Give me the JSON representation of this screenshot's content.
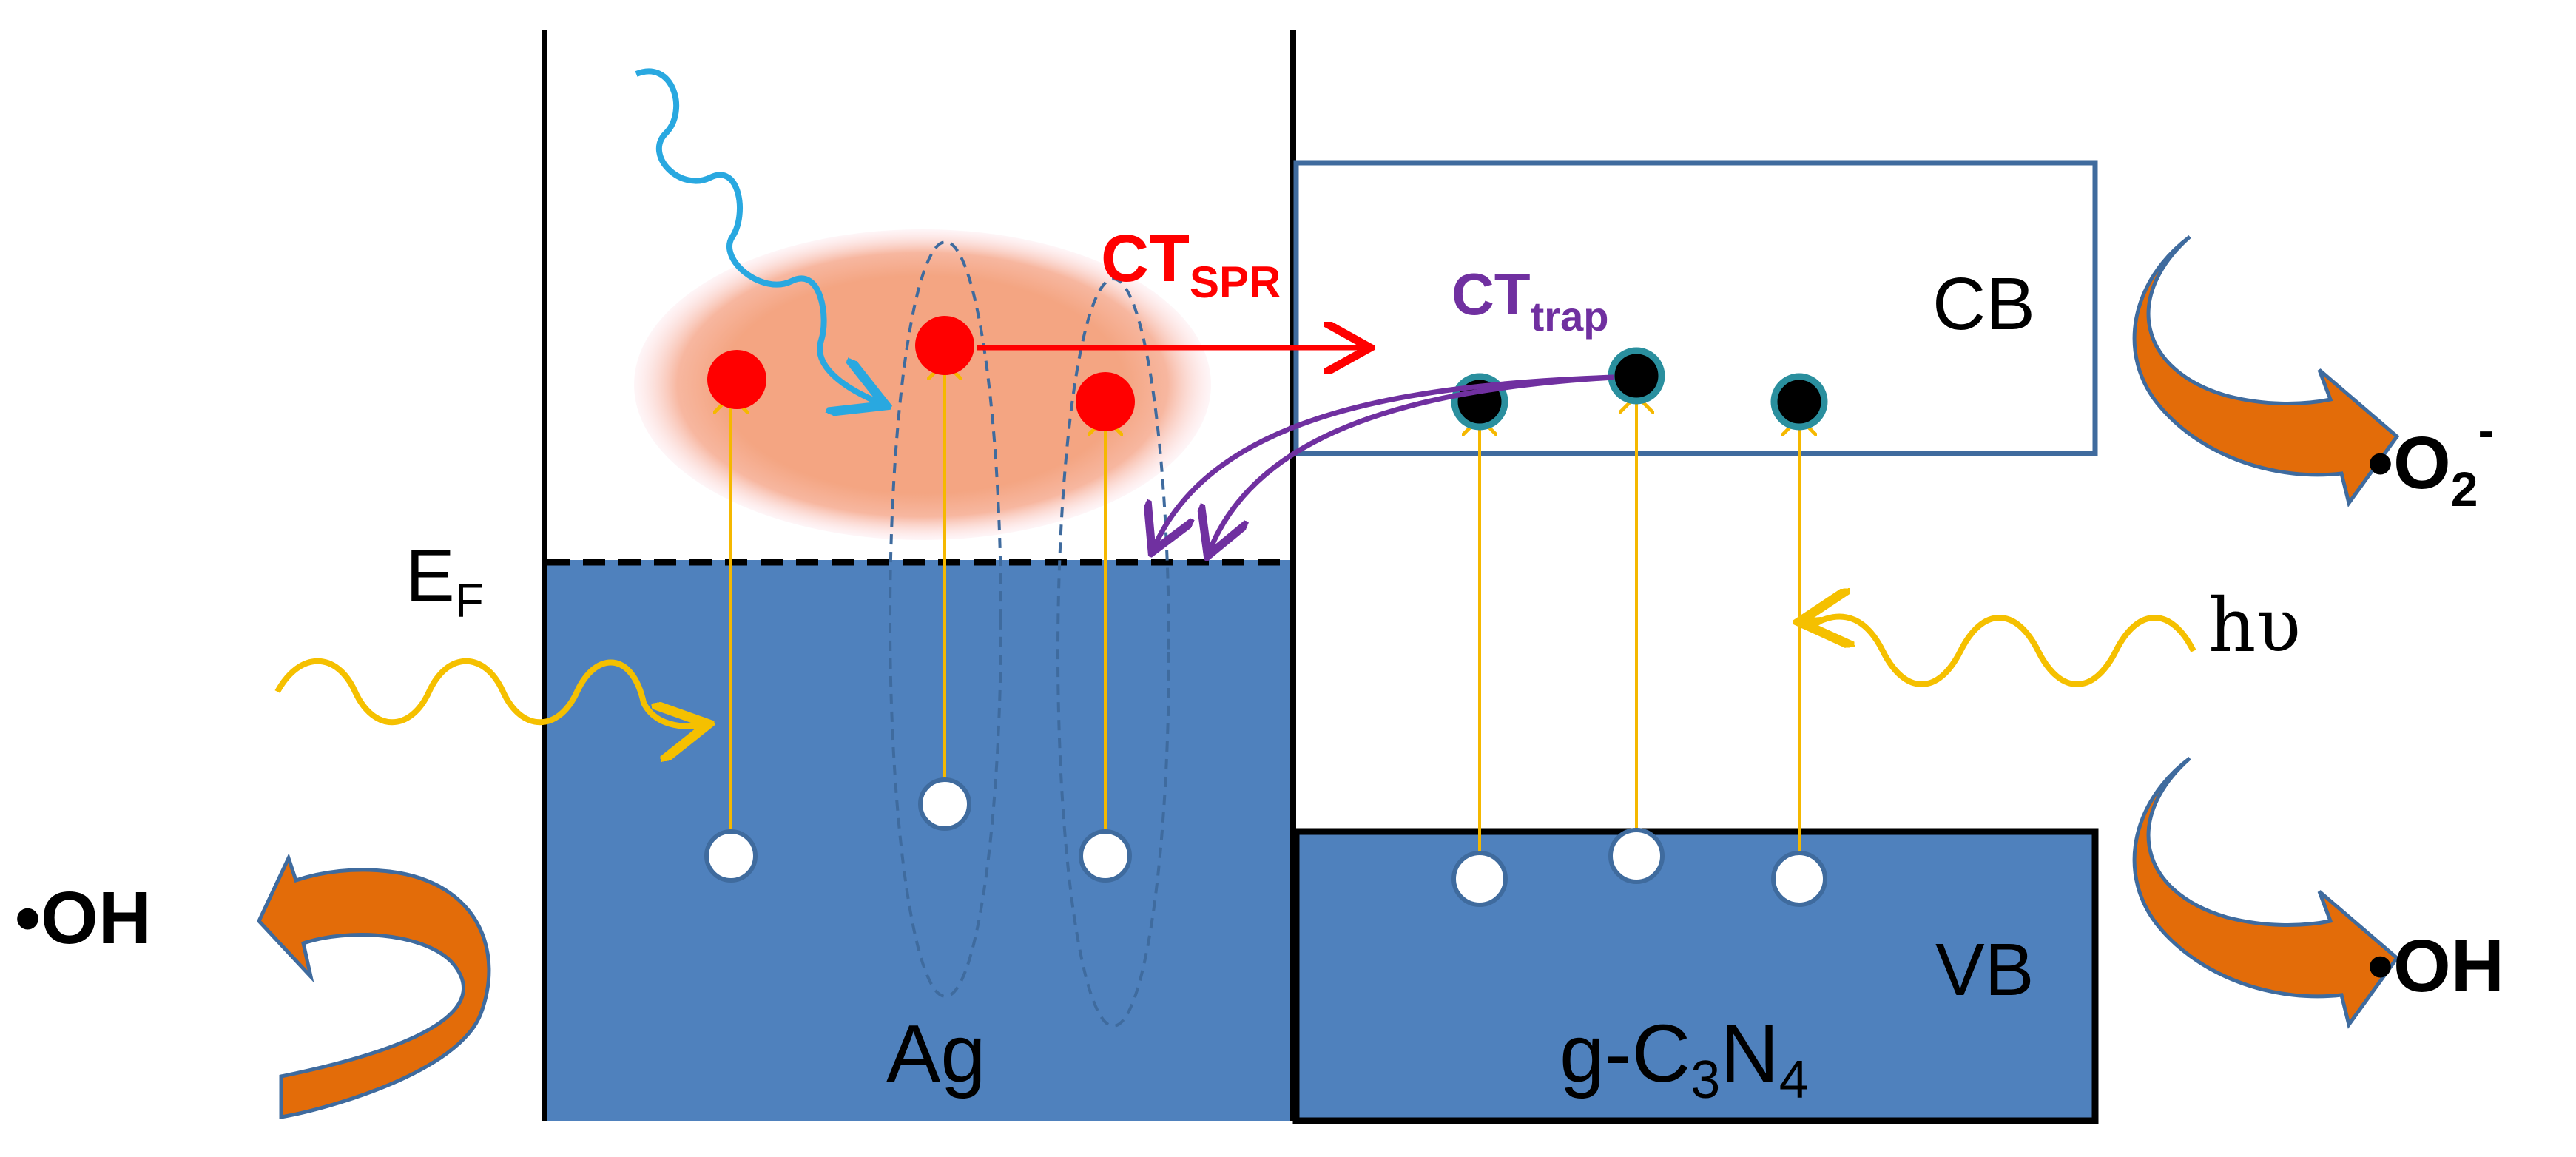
{
  "labels": {
    "fermi_main": "E",
    "fermi_sub": "F",
    "ct_spr_main": "CT",
    "ct_spr_sub": "SPR",
    "ct_trap_main": "CT",
    "ct_trap_sub": "trap",
    "cb": "CB",
    "vb": "VB",
    "metal": "Ag",
    "semi_g": "g-C",
    "semi_3": "3",
    "semi_N": "N",
    "semi_4": "4",
    "photon": "hυ",
    "radical_oh_left": "•OH",
    "radical_o2_main": "•O",
    "radical_o2_sub": "2",
    "radical_o2_sup": "-",
    "radical_oh_right": "•OH"
  },
  "colors": {
    "metal_fill": "#4f81bd",
    "band_border": "#3f6b9e",
    "plasmon_glow": "#f4a582",
    "hot_electron": "#ff0000",
    "trap_electron": "#000000",
    "hole": "#ffffff",
    "excitation_line": "#f5b800",
    "photon_wave": "#f5c000",
    "spr_photon_wave": "#29a8e0",
    "ct_spr": "#ff0000",
    "ct_trap": "#7030a0",
    "curved_arrow": "#e36c09",
    "dashed_orbit": "#3f6b9e"
  },
  "icons": {
    "photon_wave": "wavy-arrow-icon",
    "curved_arrow": "curved-arrow-icon"
  }
}
